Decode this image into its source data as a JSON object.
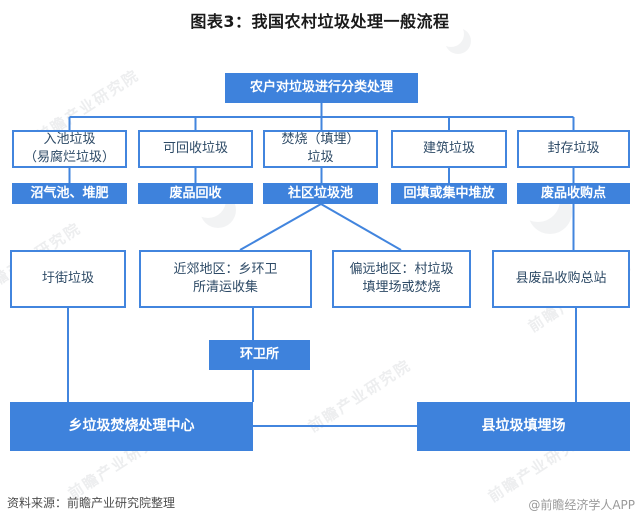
{
  "title": "图表3：我国农村垃圾处理一般流程",
  "colors": {
    "primary": "#3E82DC",
    "border": "#4285DE",
    "outline_text": "#2d4a66"
  },
  "diagram": {
    "root": {
      "label": "农户对垃圾进行分类处理"
    },
    "row2": [
      {
        "label": "入池垃圾\n（易腐烂垃圾）"
      },
      {
        "label": "可回收垃圾"
      },
      {
        "label": "焚烧（填埋）\n垃圾"
      },
      {
        "label": "建筑垃圾"
      },
      {
        "label": "封存垃圾"
      }
    ],
    "row3": [
      {
        "label": "沼气池、堆肥"
      },
      {
        "label": "废品回收"
      },
      {
        "label": "社区垃圾池"
      },
      {
        "label": "回填或集中堆放"
      },
      {
        "label": "废品收购点"
      }
    ],
    "row4": [
      {
        "label": "圩街垃圾"
      },
      {
        "label": "近郊地区：乡环卫\n所清运收集"
      },
      {
        "label": "偏远地区：村垃圾\n填埋场或焚烧"
      },
      {
        "label": "县废品收购总站"
      }
    ],
    "mid": {
      "label": "环卫所"
    },
    "bottom": [
      {
        "label": "乡垃圾焚烧处理中心"
      },
      {
        "label": "县垃圾填埋场"
      }
    ]
  },
  "footer": {
    "source": "资料来源：前瞻产业研究院整理",
    "credit": "@前瞻经济学人APP"
  },
  "watermark": {
    "text": "前瞻产业研究院"
  }
}
